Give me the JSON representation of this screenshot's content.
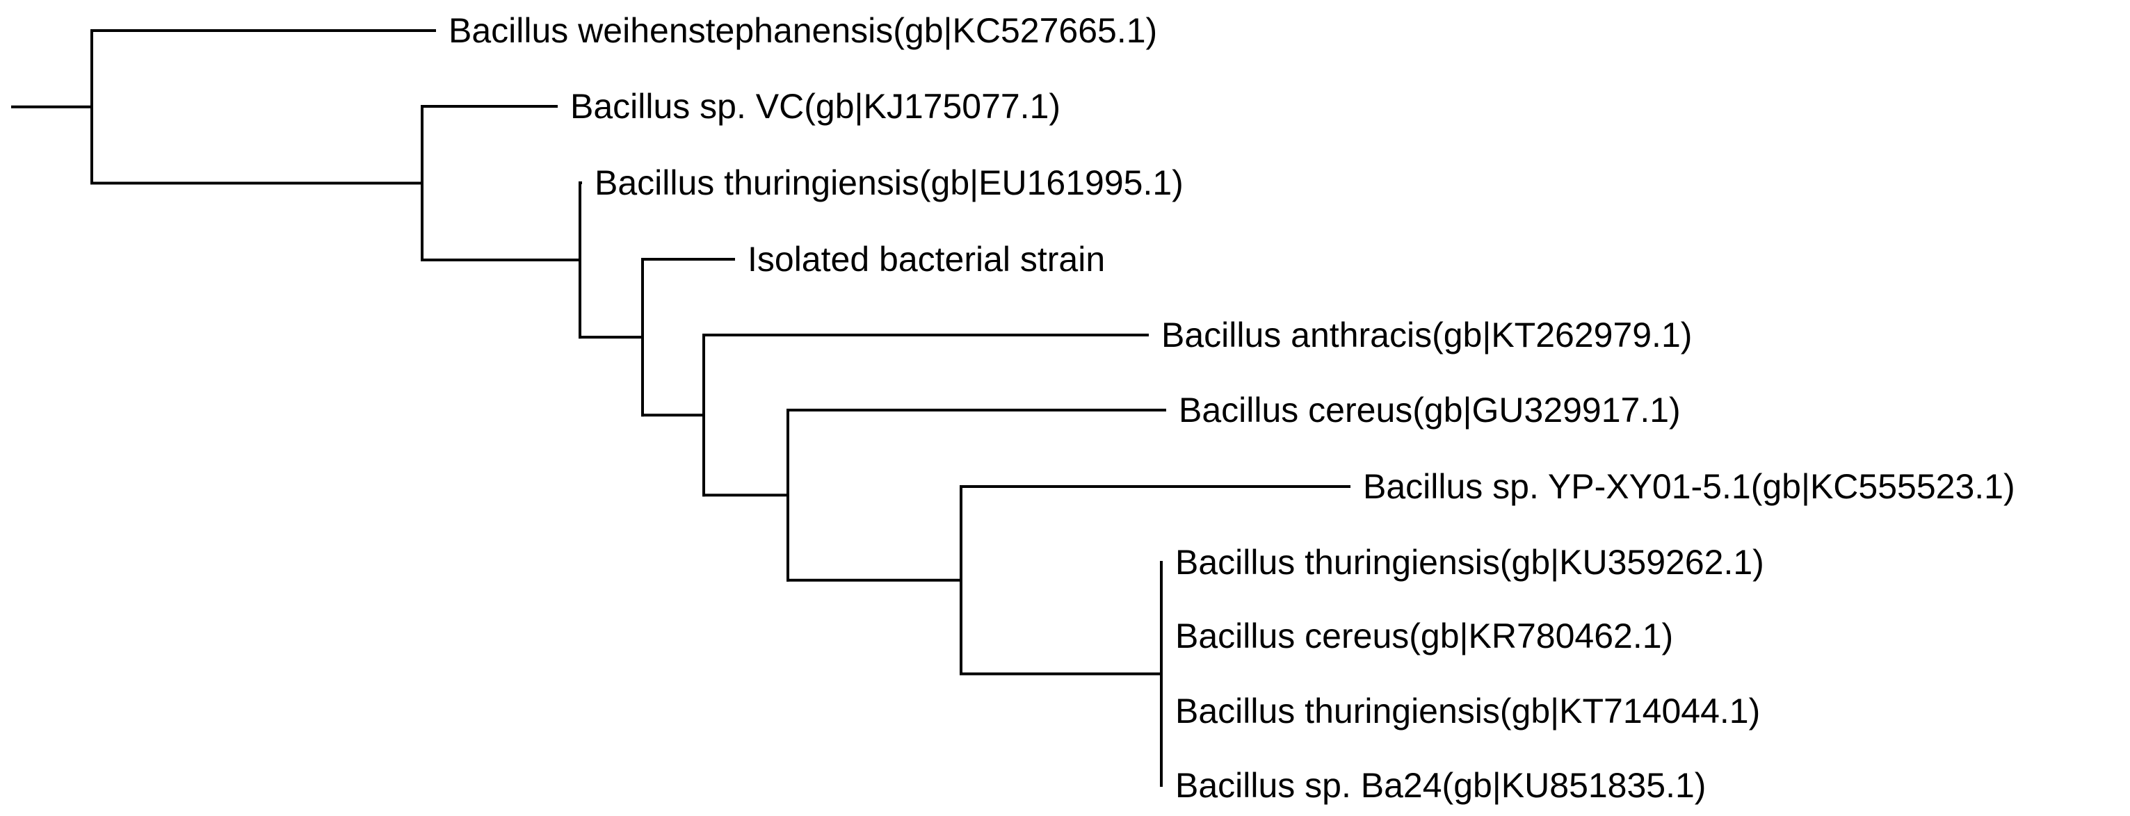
{
  "tree": {
    "line_color": "#000000",
    "background_color": "#ffffff",
    "taxa": [
      {
        "id": "weihenstephanensis",
        "label": "Bacillus weihenstephanensis(gb|KC527665.1)"
      },
      {
        "id": "sp-vc",
        "label": "Bacillus sp. VC(gb|KJ175077.1)"
      },
      {
        "id": "thuringiensis-eu161995",
        "label": "Bacillus thuringiensis(gb|EU161995.1)"
      },
      {
        "id": "isolated-strain",
        "label": "Isolated bacterial strain"
      },
      {
        "id": "anthracis-kt262979",
        "label": "Bacillus anthracis(gb|KT262979.1)"
      },
      {
        "id": "cereus-gu329917",
        "label": "Bacillus cereus(gb|GU329917.1)"
      },
      {
        "id": "sp-yp-xy01",
        "label": "Bacillus sp. YP-XY01-5.1(gb|KC555523.1)"
      },
      {
        "id": "thuringiensis-ku359262",
        "label": "Bacillus thuringiensis(gb|KU359262.1)"
      },
      {
        "id": "cereus-kr780462",
        "label": "Bacillus cereus(gb|KR780462.1)"
      },
      {
        "id": "thuringiensis-kt714044",
        "label": "Bacillus thuringiensis(gb|KT714044.1)"
      },
      {
        "id": "sp-ba24",
        "label": "Bacillus sp. Ba24(gb|KU851835.1)"
      }
    ]
  }
}
